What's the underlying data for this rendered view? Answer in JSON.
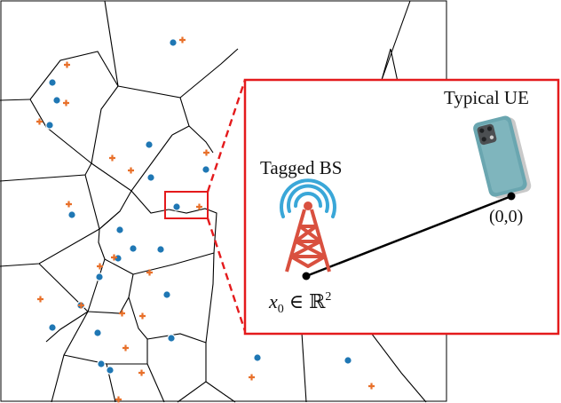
{
  "labels": {
    "typical_ue": "Typical UE",
    "tagged_bs": "Tagged BS",
    "ue_coord": "(0,0)",
    "bs_var": "x",
    "bs_sub": "0",
    "bs_rel": "∈",
    "bs_space": "ℝ",
    "bs_exp": "2"
  },
  "colors": {
    "bs_marker": "#1f77b4",
    "ue_marker": "#e8702a",
    "highlight": "#e41a1c",
    "cell_edge": "#000000",
    "tower": "#d9503f",
    "signal": "#3aa7d8",
    "phone_body": "#6aa6b0"
  },
  "icons": {
    "tower": "cell-tower-icon",
    "phone": "smartphone-icon"
  }
}
